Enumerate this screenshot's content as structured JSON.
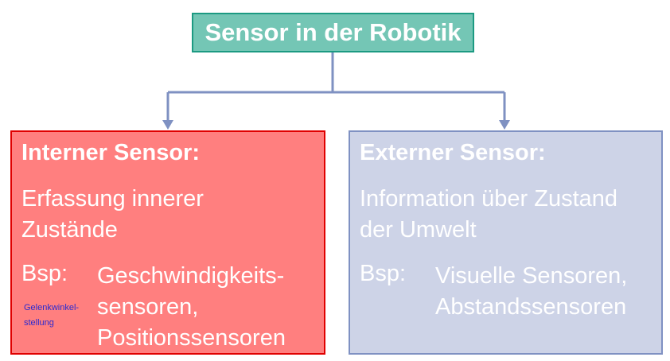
{
  "root": {
    "label": "Sensor in der Robotik"
  },
  "internal": {
    "heading": "Interner Sensor:",
    "description": [
      "Erfassung innerer",
      "Zustände"
    ],
    "example_label": "Bsp:",
    "examples": [
      "Geschwindigkeits-",
      "sensoren,",
      "Positionssensoren"
    ],
    "note": [
      "Gelenkwinkel-",
      "stellung"
    ]
  },
  "external": {
    "heading": "Externer Sensor:",
    "description": [
      "Information über Zustand",
      "der Umwelt"
    ],
    "example_label": "Bsp:",
    "examples": [
      "Visuelle Sensoren,",
      "Abstandssensoren"
    ]
  },
  "colors": {
    "root_fill": "#74c6b5",
    "root_border": "#1c9a82",
    "internal_fill": "#ff7f7f",
    "internal_border": "#e00000",
    "external_fill": "#cdd3e7",
    "external_border": "#7f91c2",
    "connector": "#7f91c2",
    "note_text": "#2a2ad0"
  }
}
